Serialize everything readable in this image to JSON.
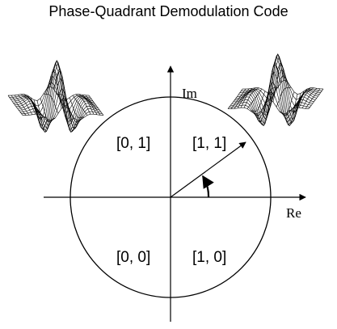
{
  "title": "Phase-Quadrant Demodulation Code",
  "axes": {
    "real_label": "Re",
    "imag_label": "Im"
  },
  "quadrants": {
    "top_left": "[0, 1]",
    "top_right": "[1, 1]",
    "bottom_left": "[0, 0]",
    "bottom_right": "[1, 0]"
  },
  "wavelet_icons": [
    "wavelet-surface-left",
    "wavelet-surface-right"
  ]
}
